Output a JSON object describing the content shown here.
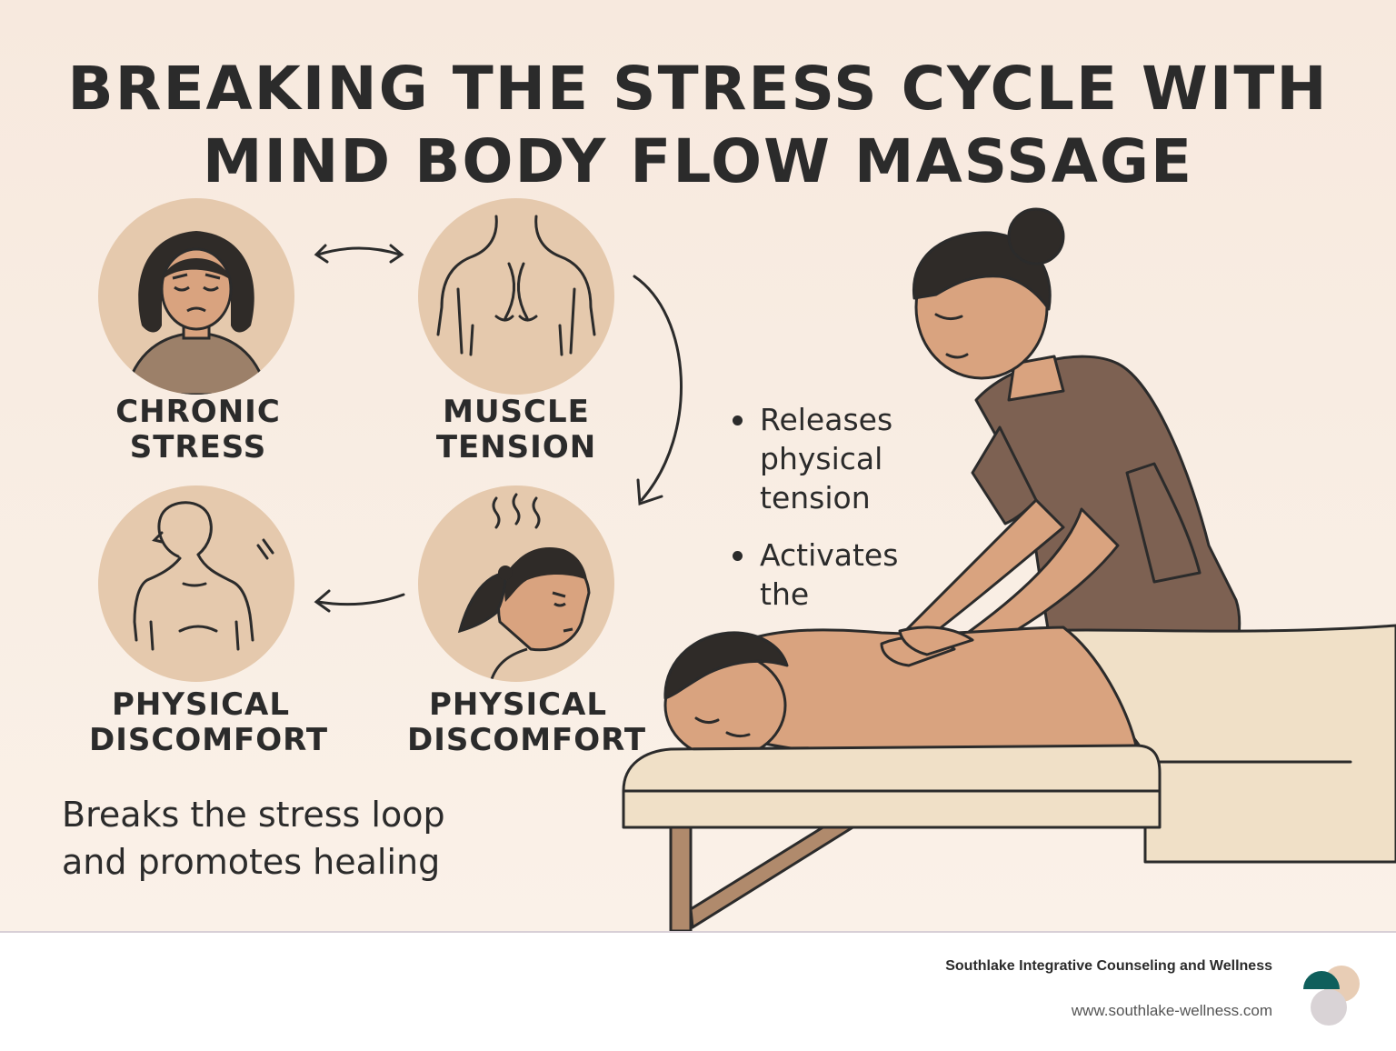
{
  "title": {
    "line1": "BREAKING THE STRESS CYCLE WITH",
    "line2": "MIND BODY FLOW MASSAGE"
  },
  "cycle": [
    {
      "label_line1": "CHRONIC",
      "label_line2": "STRESS",
      "icon": "stressed-woman-icon"
    },
    {
      "label_line1": "MUSCLE",
      "label_line2": "TENSION",
      "icon": "tense-torso-icon"
    },
    {
      "label_line1": "PHYSICAL",
      "label_line2": "DISCOMFORT",
      "icon": "headache-woman-icon"
    },
    {
      "label_line1": "PHYSICAL",
      "label_line2": "DISCOMFORT",
      "icon": "body-pain-icon"
    }
  ],
  "benefits": [
    "Releases physical tension",
    "Activates the"
  ],
  "tagline": {
    "line1": "Breaks the stress loop",
    "line2": "and promotes healing"
  },
  "footer": {
    "organization": "Southlake Integrative Counseling and Wellness",
    "website": "www.southlake-wellness.com"
  },
  "colors": {
    "background": "#f7e9de",
    "circle": "#e5c9ad",
    "text": "#2b2b2b",
    "skin": "#d9a37f",
    "shirt": "#7d6152",
    "towel": "#f0e0c7",
    "logo_teal": "#0f5f5c",
    "logo_peach": "#e8cdb5",
    "logo_grey": "#d9d3d6"
  }
}
